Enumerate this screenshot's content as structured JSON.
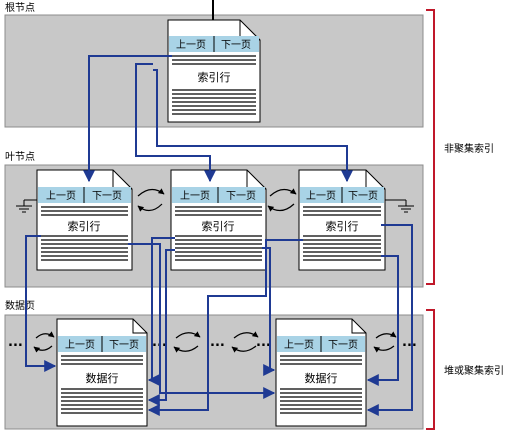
{
  "sections": {
    "root": "根节点",
    "leaf": "叶节点",
    "data": "数据页"
  },
  "braces": {
    "nonclustered": "非聚集索引",
    "heap_or_clustered": "堆或聚集索引"
  },
  "page_nav": {
    "prev": "上一页",
    "next": "下一页"
  },
  "pages": {
    "root": {
      "title": "索引行"
    },
    "leaf1": {
      "title": "索引行"
    },
    "leaf2": {
      "title": "索引行"
    },
    "leaf3": {
      "title": "索引行"
    },
    "data1": {
      "title": "数据行"
    },
    "data2": {
      "title": "数据行"
    }
  },
  "ellipsis": "...",
  "colors": {
    "band": "#c8c8c8",
    "band_border": "#8c8c8c",
    "nav_bar": "#a9d3e6",
    "arrow": "#1f3a93",
    "brace": "#c0182a"
  }
}
